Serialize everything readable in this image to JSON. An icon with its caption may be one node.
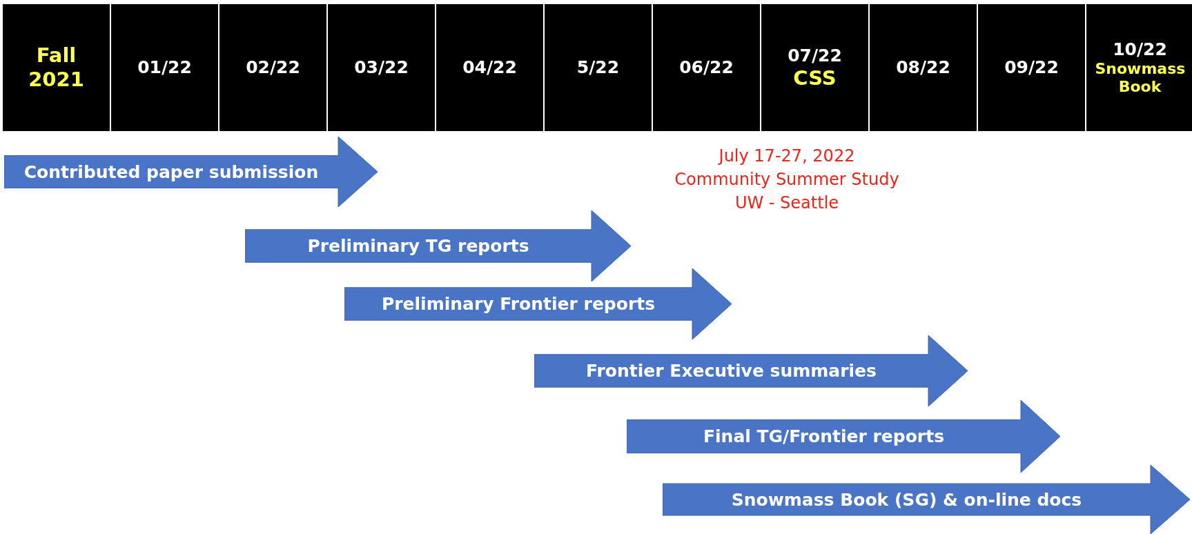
{
  "diagram": {
    "nodes": [
      {
        "text": [
          "Contributed  paper submission"
        ]
      },
      {
        "text": [
          "Preliminary TG reports"
        ]
      },
      {
        "text": [
          "Preliminary Frontier reports"
        ]
      },
      {
        "text": [
          "Frontier Executive summaries"
        ]
      },
      {
        "text": [
          "Final TG/Frontier reports"
        ]
      },
      {
        "text": [
          "Snowmass Book (SG) & on-line docs"
        ]
      }
    ],
    "edges": [],
    "labels": [
      "Fall 2021",
      "01/22",
      "02/22",
      "03/22",
      "04/22",
      "5/22",
      "06/22",
      "07/22",
      "CSS",
      "08/22",
      "09/22",
      "10/22",
      "Snowmass Book",
      "July 17-27, 2022",
      "Community Summer Study",
      "UW - Seattle"
    ]
  }
}
